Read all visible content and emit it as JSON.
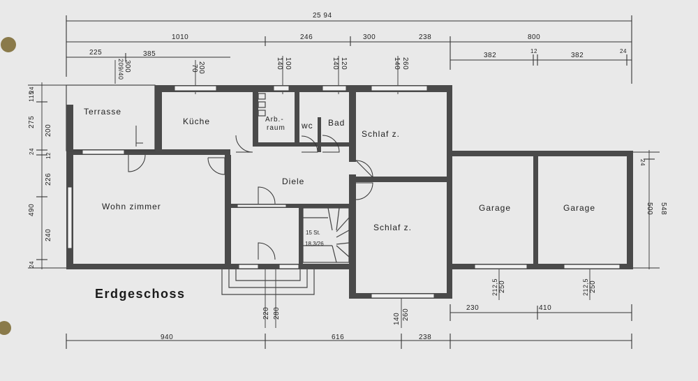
{
  "plan": {
    "title": "Erdgeschoss",
    "rooms": {
      "terrasse": "Terrasse",
      "kueche": "Küche",
      "arbeitsraum_1": "Arb.-",
      "arbeitsraum_2": "raum",
      "wc": "wc",
      "bad": "Bad",
      "schlafzimmer_1": "Schlaf z.",
      "wohnzimmer": "Wohn zimmer",
      "diele": "Diele",
      "schlafzimmer_2": "Schlaf z.",
      "garage_1": "Garage",
      "garage_2": "Garage"
    },
    "stair_label_1": "15 St.",
    "stair_label_2": "18,3/26",
    "dimensions": {
      "top_total": "25 94",
      "top_1010": "1010",
      "top_246": "246",
      "top_300": "300",
      "top_238": "238",
      "top_800": "800",
      "top_225": "225",
      "top_385": "385",
      "top_382a": "382",
      "top_12": "12",
      "top_382b": "382",
      "top_24": "24",
      "win_300": "300",
      "win_209": "209/40",
      "win_200": "200",
      "win_70": "70",
      "win_100": "100",
      "win_140a": "140",
      "win_120": "120",
      "win_140b": "140",
      "win_140c": "140",
      "win_260": "260",
      "left_115": "115",
      "left_275": "275",
      "left_200": "200",
      "left_12": "12",
      "left_226": "226",
      "left_490": "490",
      "left_240": "240",
      "left_24a": "24",
      "left_24b": "24",
      "left_24c": "24",
      "right_24": "24",
      "right_500": "500",
      "right_548": "548",
      "bottom_940": "940",
      "bottom_616": "616",
      "bottom_238": "238",
      "bottom_230": "230",
      "bottom_410": "410",
      "bottom_220": "220",
      "bottom_280": "280",
      "bottom_140": "140",
      "bottom_260": "260",
      "garage_250a": "250",
      "garage_2125a": "212,5",
      "garage_250b": "250",
      "garage_2125b": "212,5"
    }
  }
}
